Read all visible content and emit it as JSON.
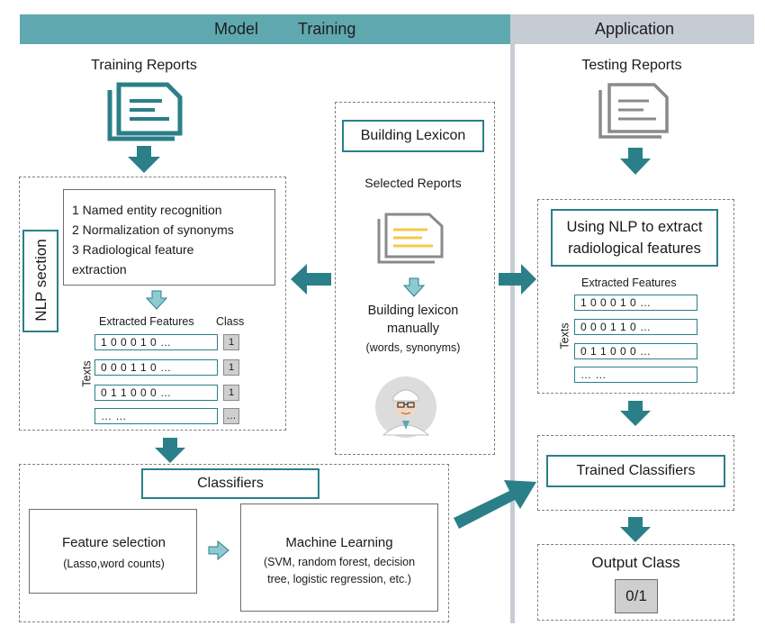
{
  "colors": {
    "teal": "#2b7f88",
    "header_teal": "#5fa8b0",
    "header_gray": "#c6ccd4",
    "highlight_yellow": "#f2c94c"
  },
  "headers": {
    "model": "Model",
    "training": "Training",
    "application": "Application"
  },
  "training_reports": {
    "label": "Training Reports",
    "icon": "document-stack-icon"
  },
  "nlp": {
    "section_label": "NLP section",
    "steps": [
      "1 Named entity recognition",
      "2 Normalization of synonyms",
      "3 Radiological feature",
      "extraction"
    ],
    "features_label": "Extracted Features",
    "class_label": "Class",
    "texts_label": "Texts",
    "rows": [
      "1  0  0  0  1  0  …",
      "0  0  0  1  1  0  …",
      "0  1  1  0  0  0  …",
      "…   …"
    ],
    "classes": [
      "1",
      "1",
      "1",
      "…"
    ]
  },
  "lexicon": {
    "title": "Building Lexicon",
    "selected": "Selected Reports",
    "manual_line1": "Building lexicon",
    "manual_line2": "manually",
    "manual_line3": "(words, synonyms)",
    "icon": "doctor-avatar-icon"
  },
  "classifiers": {
    "title": "Classifiers",
    "feature_selection": "Feature selection",
    "feature_selection_sub": "(Lasso,word counts)",
    "ml_title": "Machine Learning",
    "ml_line1": "(SVM, random forest, decision",
    "ml_line2": "tree, logistic regression, etc.)"
  },
  "application": {
    "testing_reports": "Testing Reports",
    "nlp_extract_line1": "Using NLP to extract",
    "nlp_extract_line2": "radiological features",
    "features_label": "Extracted Features",
    "texts_label": "Texts",
    "rows": [
      "1  0  0  0  1  0  …",
      "0  0  0  1  1  0  …",
      "0  1  1  0  0  0  …",
      "…   …"
    ],
    "trained": "Trained Classifiers",
    "output": "Output Class",
    "output_value": "0/1"
  }
}
